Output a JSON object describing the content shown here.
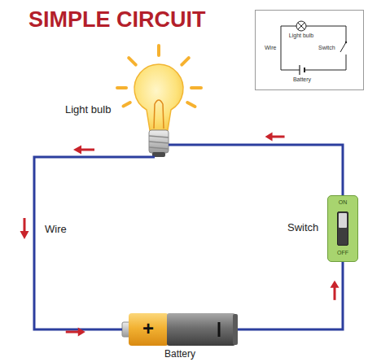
{
  "diagram": {
    "title": "SIMPLE CIRCUIT",
    "nodes": [
      {
        "text": [
          "Light bulb"
        ]
      },
      {
        "text": [
          "Switch",
          "ON",
          "OFF"
        ]
      },
      {
        "text": [
          "+",
          "Battery"
        ]
      }
    ],
    "edges": [
      {
        "from": 2,
        "to": 1,
        "arrow": "to"
      },
      {
        "from": 1,
        "to": 0,
        "arrow": "to"
      },
      {
        "from": 0,
        "to": 2,
        "arrow": "to"
      }
    ],
    "labels": [
      "Wire",
      "Light bulb",
      "Wire",
      "Switch",
      "Battery"
    ]
  }
}
